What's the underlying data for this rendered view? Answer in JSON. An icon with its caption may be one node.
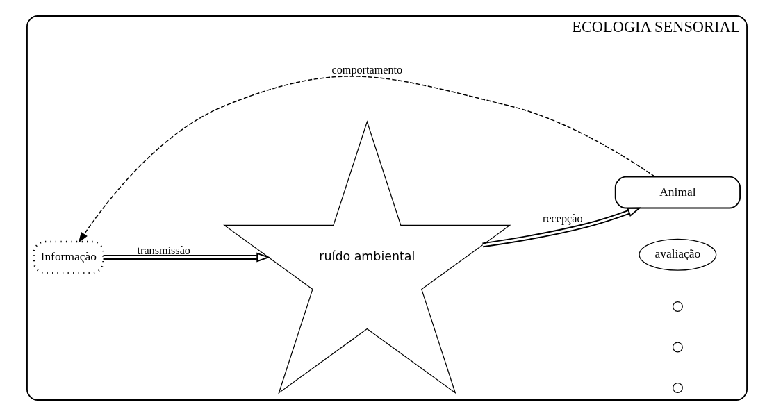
{
  "diagram": {
    "nodes": [
      {
        "text": [
          "ECOLOGIA SENSORIAL"
        ]
      },
      {
        "text": [
          "Informação"
        ],
        "in": 0
      },
      {
        "text": [
          "ruído ambiental"
        ],
        "in": 0
      },
      {
        "text": [
          "avaliação"
        ],
        "in": 0
      },
      {
        "text": [],
        "shape": "circle",
        "in": 0
      },
      {
        "text": [],
        "shape": "circle",
        "in": 0
      },
      {
        "text": [],
        "shape": "circle",
        "in": 0
      },
      {
        "text": [
          "Animal"
        ],
        "in": 0
      }
    ],
    "edges": [
      {
        "from": 1,
        "to": 2,
        "arrow": "to",
        "label": "transmissão"
      },
      {
        "from": 2,
        "to": 7,
        "arrow": "to",
        "label": "recepção"
      },
      {
        "from": 7,
        "to": 1,
        "arrow": "to",
        "label": "comportamento",
        "style": "dashed"
      }
    ]
  }
}
